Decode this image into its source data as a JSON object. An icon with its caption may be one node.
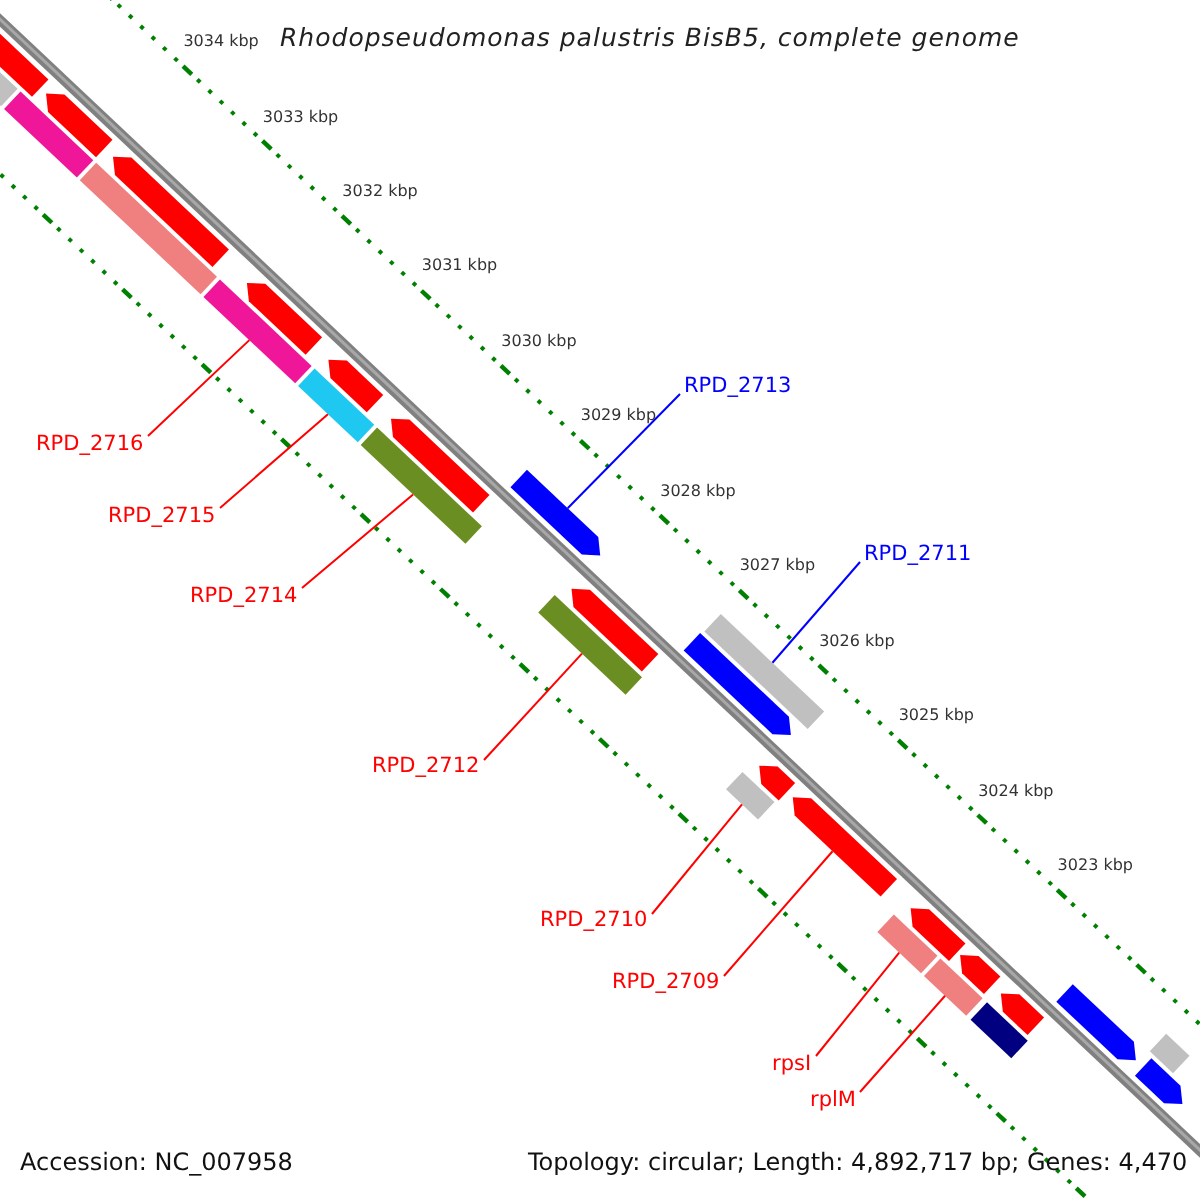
{
  "diagram": {
    "title": "Rhodopseudomonas palustris BisB5, complete genome",
    "nodes": [
      {
        "text": [
          "RPD_2713"
        ]
      },
      {
        "text": [
          "RPD_2716"
        ]
      },
      {
        "text": [
          "RPD_2715"
        ]
      },
      {
        "text": [
          "RPD_2711"
        ]
      },
      {
        "text": [
          "RPD_2714"
        ]
      },
      {
        "text": [
          "RPD_2712"
        ]
      },
      {
        "text": [
          "RPD_2710"
        ]
      },
      {
        "text": [
          "RPD_2709"
        ]
      },
      {
        "text": [
          "rpsI"
        ]
      },
      {
        "text": [
          "rplM"
        ]
      },
      {
        "text": [],
        "shape": "arrow"
      },
      {
        "text": [],
        "shape": "bar"
      },
      {
        "text": [],
        "shape": "bar"
      },
      {
        "text": [],
        "shape": "arrow"
      },
      {
        "text": [],
        "shape": "bar"
      },
      {
        "text": [],
        "shape": "arrow"
      },
      {
        "text": [],
        "shape": "bar"
      },
      {
        "text": [],
        "shape": "arrow"
      },
      {
        "text": [],
        "shape": "bar"
      },
      {
        "text": [],
        "shape": "arrow"
      },
      {
        "text": [],
        "shape": "bar"
      },
      {
        "text": [],
        "shape": "arrow"
      },
      {
        "text": [],
        "shape": "arrow"
      },
      {
        "text": [],
        "shape": "bar"
      },
      {
        "text": [],
        "shape": "arrow"
      },
      {
        "text": [],
        "shape": "arrow"
      },
      {
        "text": [],
        "shape": "bar"
      },
      {
        "text": [],
        "shape": "bar"
      },
      {
        "text": [],
        "shape": "arrow"
      },
      {
        "text": [],
        "shape": "arrow"
      },
      {
        "text": [],
        "shape": "bar"
      },
      {
        "text": [],
        "shape": "arrow"
      },
      {
        "text": [],
        "shape": "bar"
      },
      {
        "text": [],
        "shape": "arrow"
      },
      {
        "text": [],
        "shape": "bar"
      },
      {
        "text": [],
        "shape": "arrow"
      },
      {
        "text": [],
        "shape": "arrow"
      },
      {
        "text": [],
        "shape": "bar"
      },
      {
        "text": [],
        "shape": "arrow"
      }
    ],
    "edges": [
      {
        "from": 0,
        "to": 22,
        "arrow": "none",
        "color": "#0000ff"
      },
      {
        "from": 1,
        "to": 16,
        "arrow": "none"
      },
      {
        "from": 2,
        "to": 18,
        "arrow": "none"
      },
      {
        "from": 3,
        "to": 26,
        "arrow": "none",
        "color": "#0000ff"
      },
      {
        "from": 4,
        "to": 20,
        "arrow": "none"
      },
      {
        "from": 5,
        "to": 23,
        "arrow": "none"
      },
      {
        "from": 6,
        "to": 27,
        "arrow": "none"
      },
      {
        "from": 7,
        "to": 29,
        "arrow": "none"
      },
      {
        "from": 8,
        "to": 30,
        "arrow": "none"
      },
      {
        "from": 9,
        "to": 32,
        "arrow": "none"
      }
    ],
    "labels": [
      "3034 kbp",
      "3033 kbp",
      "3032 kbp",
      "3031 kbp",
      "3030 kbp",
      "3029 kbp",
      "3028 kbp",
      "3027 kbp",
      "3026 kbp",
      "3025 kbp",
      "3024 kbp",
      "3023 kbp",
      "Accession: NC_007958",
      "Topology: circular; Length: 4,892,717 bp; Genes: 4,470"
    ]
  }
}
